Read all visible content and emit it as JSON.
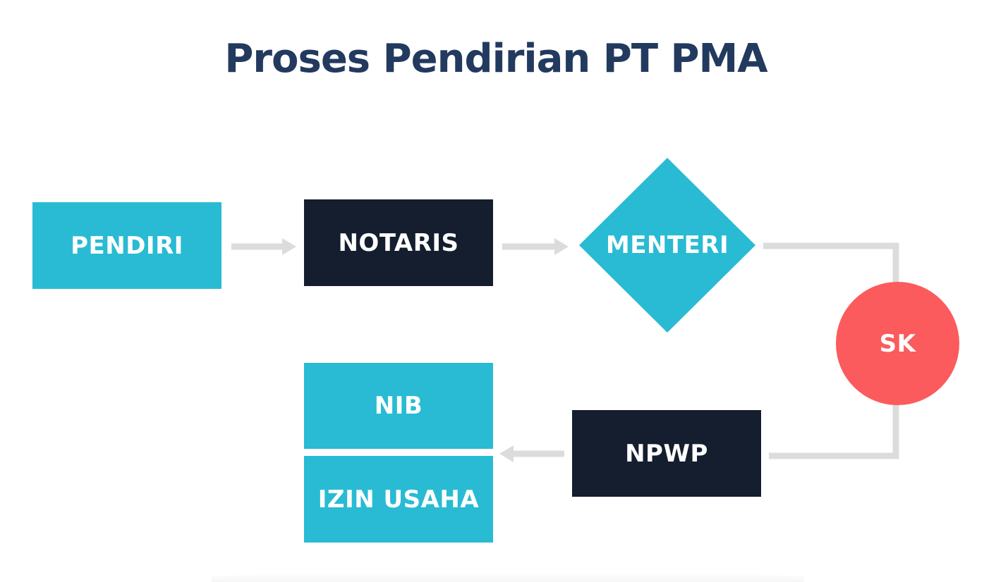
{
  "title": "Proses Pendirian PT PMA",
  "nodes": {
    "pendiri": "PENDIRI",
    "notaris": "NOTARIS",
    "menteri": "MENTERI",
    "sk": "SK",
    "npwp": "NPWP",
    "nib": "NIB",
    "izin_usaha": "IZIN USAHA"
  },
  "colors": {
    "title": "#233a5f",
    "teal": "#29bbd3",
    "dark": "#151e2f",
    "red": "#fb5b5c",
    "connector": "#dcdcdc"
  }
}
